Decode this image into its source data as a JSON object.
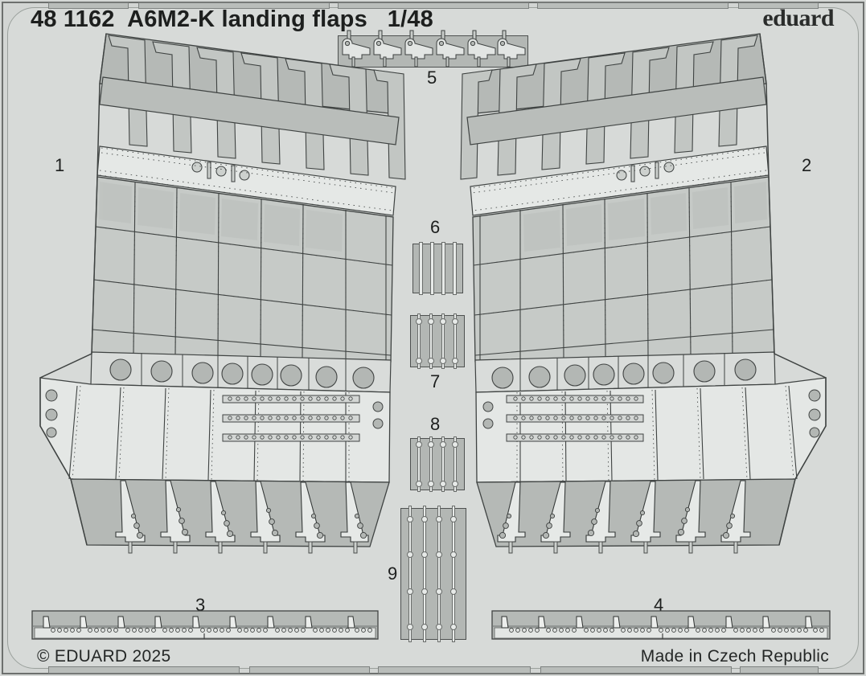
{
  "sheet": {
    "title": "48 1162  A6M2-K landing flaps   1/48",
    "catalog_number": "48 1162",
    "subject": "A6M2-K landing flaps",
    "scale": "1/48",
    "brand_logo": "eduard",
    "copyright": "© EDUARD 2025",
    "origin": "Made in Czech Republic",
    "product_type": "photo-etched detail set fret",
    "colors": {
      "sheet_background": "#d7dad8",
      "frame_border": "#6d706e",
      "metal_mid": "#b3b7b4",
      "metal_light": "#e7eae8",
      "line_dark": "#4e5150",
      "text": "#1d1f1e"
    }
  },
  "parts": [
    {
      "id": "1",
      "label": "1",
      "name": "landing-flap-left",
      "description": "large left landing flap panel with ribs, hinge brackets and rivet detail"
    },
    {
      "id": "2",
      "label": "2",
      "name": "landing-flap-right",
      "description": "large right landing flap panel, mirror of part 1"
    },
    {
      "id": "3",
      "label": "3",
      "name": "flap-hinge-strip-left",
      "description": "long hinge strip with eight tabs and perforated rivet line"
    },
    {
      "id": "4",
      "label": "4",
      "name": "flap-hinge-strip-right",
      "description": "long hinge strip with eight tabs and perforated rivet line"
    },
    {
      "id": "5",
      "label": "5",
      "name": "hinge-bracket-set",
      "description": "frame holding six small hinge brackets"
    },
    {
      "id": "6",
      "label": "6",
      "name": "actuator-strip-set-6",
      "description": "frame with four plain strips"
    },
    {
      "id": "7",
      "label": "7",
      "name": "actuator-strip-set-7",
      "description": "frame with four strips with end nodes"
    },
    {
      "id": "8",
      "label": "8",
      "name": "actuator-strip-set-8",
      "description": "frame with four strips with end nodes"
    },
    {
      "id": "9",
      "label": "9",
      "name": "long-actuator-rod-set",
      "description": "tall frame with four long rods with four nodes each"
    }
  ]
}
